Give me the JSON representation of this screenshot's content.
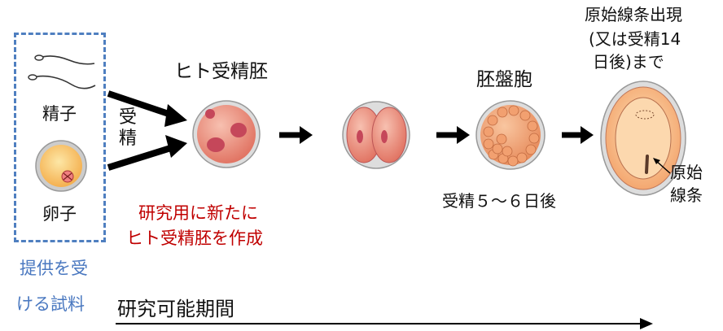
{
  "colors": {
    "dashed_box": "#4f7fc0",
    "provided_text": "#4a78c0",
    "red_text": "#c00000",
    "arrow": "#000000",
    "egg_cell": "#f6b95a",
    "embryo": "#e07a6a"
  },
  "labels": {
    "sperm": "精子",
    "egg": "卵子",
    "fertilization": "受精",
    "human_embryo": "ヒト受精胚",
    "blastocyst": "胚盤胞",
    "days_after": "受精５～６日後",
    "primitive_streak_title_1": "原始線条出現",
    "primitive_streak_title_2": "(又は受精14",
    "primitive_streak_title_3": "日後)まで",
    "primitive_streak_1": "原始",
    "primitive_streak_2": "線条",
    "research_line1": "研究用に新たに",
    "research_line2": "ヒト受精胚を作成",
    "provided_line1": "提供を受",
    "provided_line2": "ける試料",
    "research_period": "研究可能期間"
  },
  "icons": [
    "sperm-icon",
    "egg-cell-icon",
    "fertilized-embryo-icon",
    "two-cell-embryo-icon",
    "blastocyst-icon",
    "primitive-streak-embryo-icon",
    "arrow-icon"
  ]
}
